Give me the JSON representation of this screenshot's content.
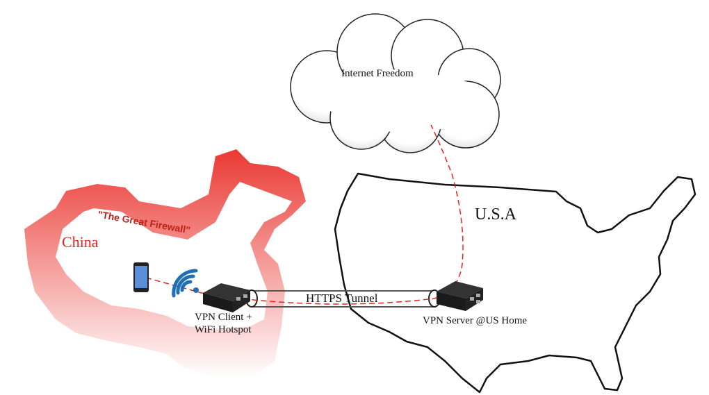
{
  "cloud_label": "Internet Freedom",
  "usa_label": "U.S.A",
  "china_label": "China",
  "firewall_label": "\"The Great Firewall\"",
  "tunnel_label": "HTTPS Tunnel",
  "client_label_line1": "VPN Client +",
  "client_label_line2": "WiFi Hotspot",
  "server_label": "VPN Server @US Home",
  "colors": {
    "china": "#e8231c",
    "link": "#e8231c",
    "wifi": "#1e6fb5"
  }
}
